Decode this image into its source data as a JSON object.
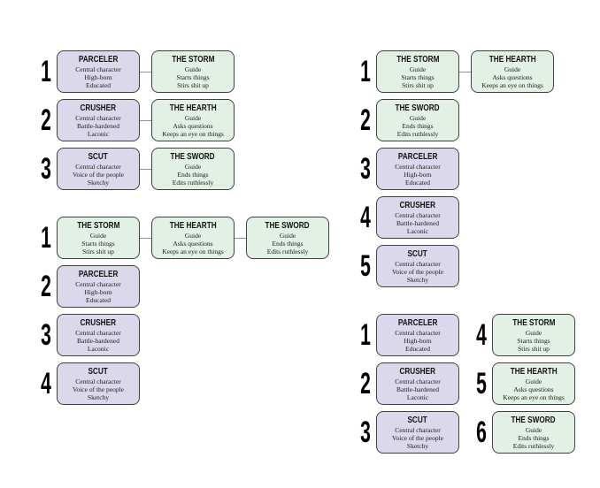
{
  "palette": {
    "background": "#ffffff",
    "character_fill": "#dcd8ec",
    "guide_fill": "#e3f0e5",
    "box_border": "#404040",
    "connector": "#909090",
    "number_color": "#000000"
  },
  "groups": [
    {
      "id": "top-left",
      "rows": [
        {
          "number": "1",
          "boxes": [
            {
              "title": "PARCELER",
              "type": "character",
              "lines": [
                "Central character",
                "High-born",
                "Educated"
              ]
            },
            {
              "title": "THE STORM",
              "type": "guide",
              "lines": [
                "Guide",
                "Starts things",
                "Stirs shit up"
              ]
            }
          ]
        },
        {
          "number": "2",
          "boxes": [
            {
              "title": "CRUSHER",
              "type": "character",
              "lines": [
                "Central character",
                "Battle-hardened",
                "Laconic"
              ]
            },
            {
              "title": "THE HEARTH",
              "type": "guide",
              "lines": [
                "Guide",
                "Asks questions",
                "Keeps an eye on things"
              ]
            }
          ]
        },
        {
          "number": "3",
          "boxes": [
            {
              "title": "SCUT",
              "type": "character",
              "lines": [
                "Central character",
                "Voice of the people",
                "Sketchy"
              ]
            },
            {
              "title": "THE SWORD",
              "type": "guide",
              "lines": [
                "Guide",
                "Ends things",
                "Edits ruthlessly"
              ]
            }
          ]
        }
      ]
    },
    {
      "id": "middle-left",
      "rows": [
        {
          "number": "1",
          "boxes": [
            {
              "title": "THE STORM",
              "type": "guide",
              "lines": [
                "Guide",
                "Starts things",
                "Stirs shit up"
              ]
            },
            {
              "title": "THE HEARTH",
              "type": "guide",
              "lines": [
                "Guide",
                "Asks questions",
                "Keeps an eye on things"
              ]
            },
            {
              "title": "THE SWORD",
              "type": "guide",
              "lines": [
                "Guide",
                "Ends things",
                "Edits ruthlessly"
              ]
            }
          ]
        },
        {
          "number": "2",
          "boxes": [
            {
              "title": "PARCELER",
              "type": "character",
              "lines": [
                "Central character",
                "High-born",
                "Educated"
              ]
            }
          ]
        },
        {
          "number": "3",
          "boxes": [
            {
              "title": "CRUSHER",
              "type": "character",
              "lines": [
                "Central character",
                "Battle-hardened",
                "Laconic"
              ]
            }
          ]
        },
        {
          "number": "4",
          "boxes": [
            {
              "title": "SCUT",
              "type": "character",
              "lines": [
                "Central character",
                "Voice of the people",
                "Sketchy"
              ]
            }
          ]
        }
      ]
    },
    {
      "id": "top-right",
      "rows": [
        {
          "number": "1",
          "boxes": [
            {
              "title": "THE STORM",
              "type": "guide",
              "lines": [
                "Guide",
                "Starts things",
                "Stirs shit up"
              ]
            },
            {
              "title": "THE HEARTH",
              "type": "guide",
              "lines": [
                "Guide",
                "Asks questions",
                "Keeps an eye on things"
              ]
            }
          ]
        },
        {
          "number": "2",
          "boxes": [
            {
              "title": "THE SWORD",
              "type": "guide",
              "lines": [
                "Guide",
                "Ends things",
                "Edits ruthlessly"
              ]
            }
          ]
        },
        {
          "number": "3",
          "boxes": [
            {
              "title": "PARCELER",
              "type": "character",
              "lines": [
                "Central character",
                "High-born",
                "Educated"
              ]
            }
          ]
        },
        {
          "number": "4",
          "boxes": [
            {
              "title": "CRUSHER",
              "type": "character",
              "lines": [
                "Central character",
                "Battle-hardened",
                "Laconic"
              ]
            }
          ]
        },
        {
          "number": "5",
          "boxes": [
            {
              "title": "SCUT",
              "type": "character",
              "lines": [
                "Central character",
                "Voice of the people",
                "Sketchy"
              ]
            }
          ]
        }
      ]
    },
    {
      "id": "bottom-right-characters",
      "rows": [
        {
          "number": "1",
          "boxes": [
            {
              "title": "PARCELER",
              "type": "character",
              "lines": [
                "Central character",
                "High-born",
                "Educated"
              ]
            }
          ]
        },
        {
          "number": "2",
          "boxes": [
            {
              "title": "CRUSHER",
              "type": "character",
              "lines": [
                "Central character",
                "Battle-hardened",
                "Laconic"
              ]
            }
          ]
        },
        {
          "number": "3",
          "boxes": [
            {
              "title": "SCUT",
              "type": "character",
              "lines": [
                "Central character",
                "Voice of the people",
                "Sketchy"
              ]
            }
          ]
        }
      ]
    },
    {
      "id": "bottom-right-guides",
      "rows": [
        {
          "number": "4",
          "boxes": [
            {
              "title": "THE STORM",
              "type": "guide",
              "lines": [
                "Guide",
                "Starts things",
                "Stirs shit up"
              ]
            }
          ]
        },
        {
          "number": "5",
          "boxes": [
            {
              "title": "THE HEARTH",
              "type": "guide",
              "lines": [
                "Guide",
                "Asks questions",
                "Keeps an eye on things"
              ]
            }
          ]
        },
        {
          "number": "6",
          "boxes": [
            {
              "title": "THE SWORD",
              "type": "guide",
              "lines": [
                "Guide",
                "Ends things",
                "Edits ruthlessly"
              ]
            }
          ]
        }
      ]
    }
  ]
}
